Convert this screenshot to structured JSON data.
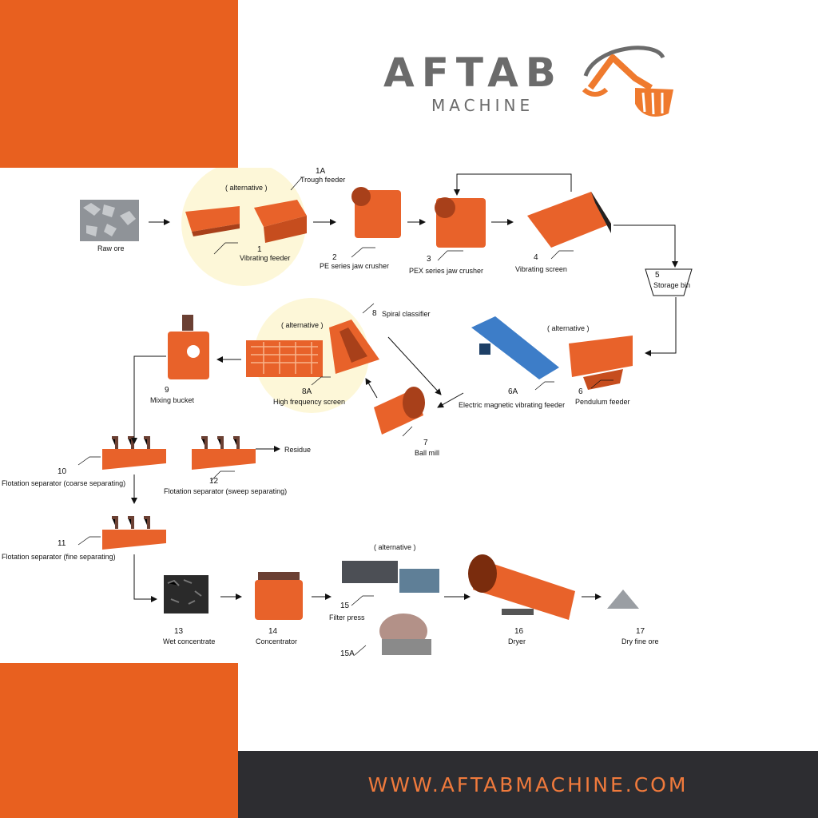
{
  "brand": {
    "name": "AFTAB",
    "subtitle": "MACHINE"
  },
  "footer": {
    "url": "WWW.AFTABMACHINE.COM"
  },
  "colors": {
    "accent": "#e8601f",
    "dark": "#2d2d31",
    "machine": "#e8622a",
    "text_gray": "#6b6b6b"
  },
  "flowchart": {
    "alternative_label": "( alternative )",
    "alternative_label_2": "( alternative )",
    "alternative_label_3": "( alternative )",
    "alternative_label_4": "( alternative )",
    "steps": {
      "raw_ore": {
        "label": "Raw ore"
      },
      "s1": {
        "num": "1",
        "label": "Vibrating feeder"
      },
      "s1a": {
        "num": "1A",
        "label": "Trough feeder"
      },
      "s2": {
        "num": "2",
        "label": "PE series jaw crusher"
      },
      "s3": {
        "num": "3",
        "label": "PEX series jaw crusher"
      },
      "s4": {
        "num": "4",
        "label": "Vibrating screen"
      },
      "s5": {
        "num": "5",
        "label": "Storage bin"
      },
      "s6": {
        "num": "6",
        "label": "Pendulum feeder"
      },
      "s6a": {
        "num": "6A",
        "label": "Electric magnetic vibrating feeder"
      },
      "s7": {
        "num": "7",
        "label": "Ball mill"
      },
      "s8": {
        "num": "8",
        "label": "Spiral classifier"
      },
      "s8a": {
        "num": "8A",
        "label": "High frequency  screen"
      },
      "s9": {
        "num": "9",
        "label": "Mixing bucket"
      },
      "s10": {
        "num": "10",
        "label": "Flotation  separator (coarse separating)"
      },
      "s11": {
        "num": "11",
        "label": "Flotation separator (fine separating)"
      },
      "s12": {
        "num": "12",
        "label": "Flotation separator (sweep separating)"
      },
      "residue": {
        "label": "Residue"
      },
      "s13": {
        "num": "13",
        "label": "Wet concentrate"
      },
      "s14": {
        "num": "14",
        "label": "Concentrator"
      },
      "s15": {
        "num": "15",
        "label": "Filter press"
      },
      "s15a": {
        "num": "15A"
      },
      "s16": {
        "num": "16",
        "label": "Dryer"
      },
      "s17": {
        "num": "17",
        "label": "Dry fine ore"
      }
    }
  }
}
